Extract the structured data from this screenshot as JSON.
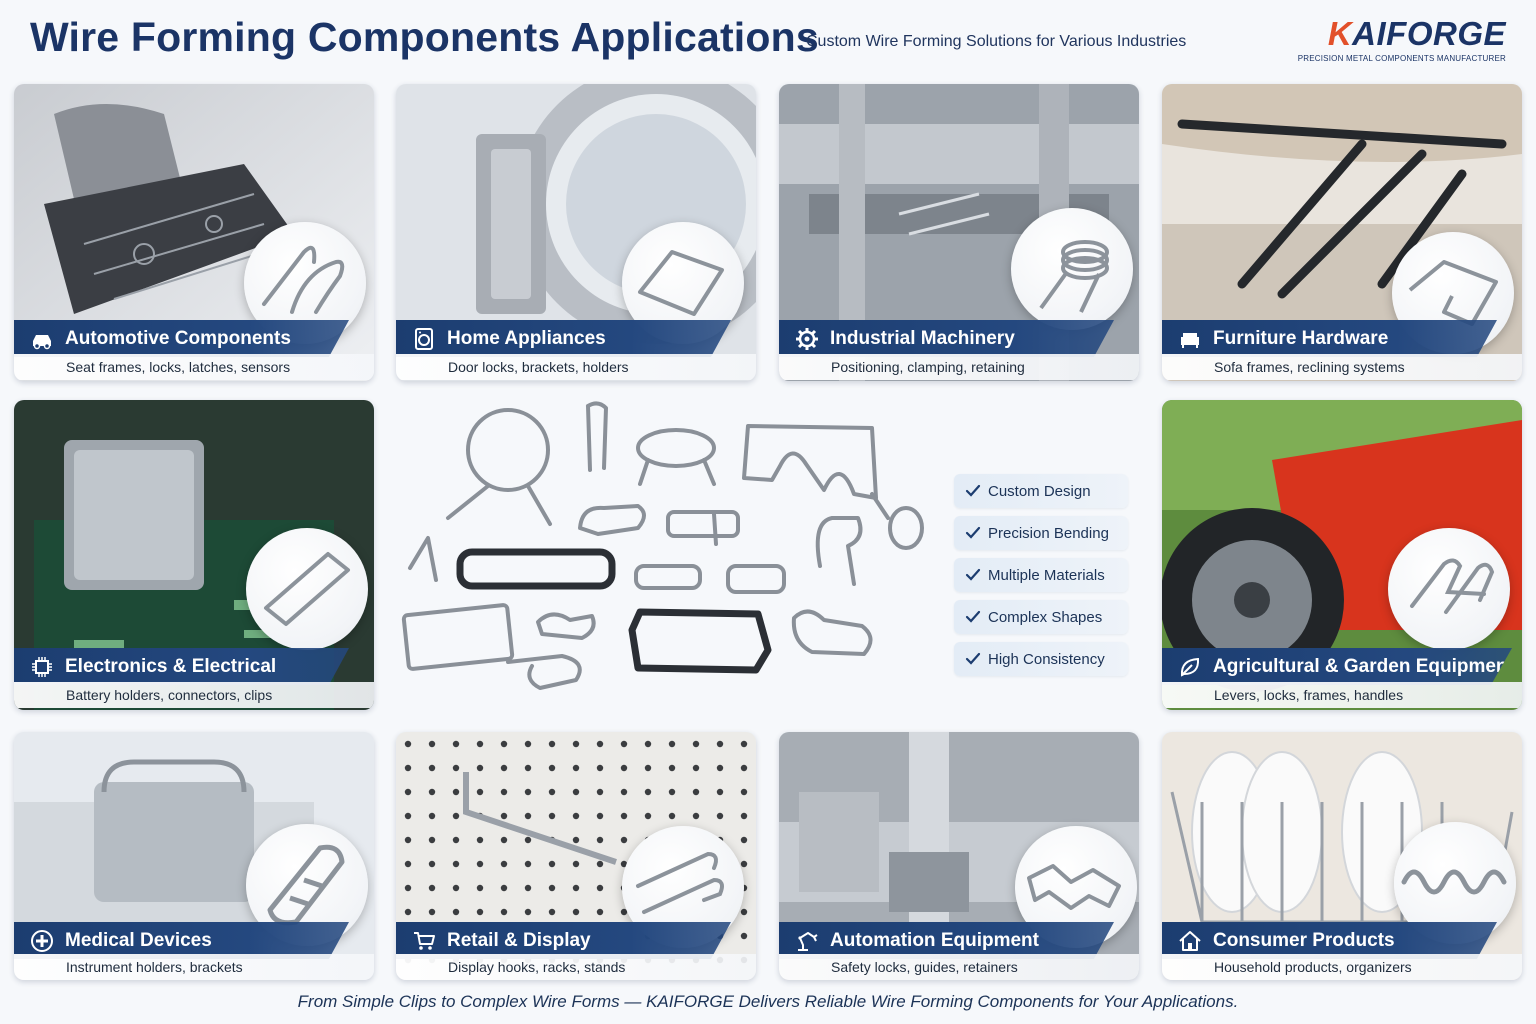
{
  "header": {
    "title": "Wire Forming Components Applications",
    "subtitle": "Custom Wire Forming Solutions for Various Industries",
    "logo": {
      "k": "K",
      "rest": "AIFORGE",
      "tagline": "PRECISION METAL COMPONENTS MANUFACTURER"
    }
  },
  "cards": [
    {
      "title": "Automotive Components",
      "desc": "Seat frames, locks, latches, sensors",
      "icon": "car-icon"
    },
    {
      "title": "Home Appliances",
      "desc": "Door locks, brackets, holders",
      "icon": "washing-machine-icon"
    },
    {
      "title": "Industrial Machinery",
      "desc": "Positioning, clamping, retaining",
      "icon": "gear-icon"
    },
    {
      "title": "Furniture Hardware",
      "desc": "Sofa frames, reclining systems",
      "icon": "sofa-icon"
    },
    {
      "title": "Electronics & Electrical",
      "desc": "Battery holders, connectors, clips",
      "icon": "chip-icon"
    },
    {
      "title": "Agricultural & Garden Equipment",
      "desc": "Levers, locks, frames, handles",
      "icon": "leaf-icon"
    },
    {
      "title": "Medical Devices",
      "desc": "Instrument holders, brackets",
      "icon": "medical-cross-icon"
    },
    {
      "title": "Retail & Display",
      "desc": "Display hooks, racks, stands",
      "icon": "shopping-cart-icon"
    },
    {
      "title": "Automation Equipment",
      "desc": "Safety locks, guides, retainers",
      "icon": "robot-arm-icon"
    },
    {
      "title": "Consumer Products",
      "desc": "Household products, organizers",
      "icon": "house-icon"
    }
  ],
  "features": [
    "Custom Design",
    "Precision Bending",
    "Multiple Materials",
    "Complex Shapes",
    "High Consistency"
  ],
  "footer": "From Simple Clips to Complex Wire Forms — KAIFORGE Delivers Reliable Wire Forming Components for Your Applications.",
  "colors": {
    "navy": "#1c3d70",
    "accent": "#e2502a",
    "title": "#1b3466"
  }
}
